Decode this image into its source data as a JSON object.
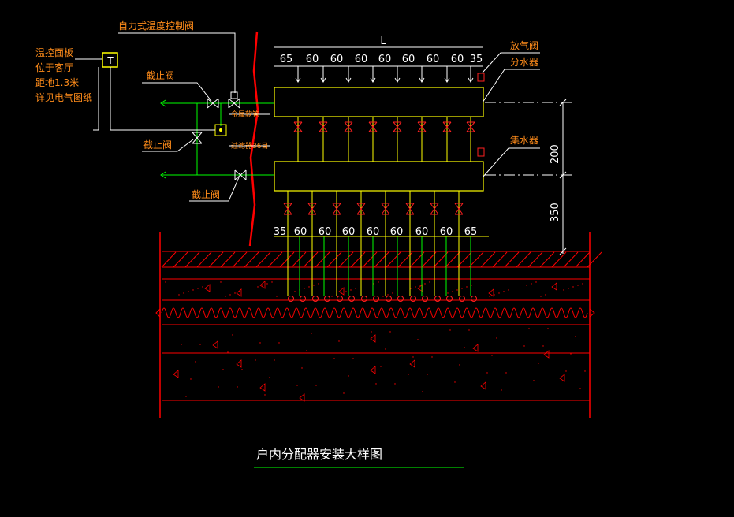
{
  "labels": {
    "thermo_valve": "自力式温度控制阀",
    "panel_line1": "温控面板",
    "panel_line2": "位于客厅",
    "panel_line3": "距地1.3米",
    "panel_line4": "详见电气图纸",
    "stop_valve_1": "截止阀",
    "stop_valve_2": "截止阀",
    "stop_valve_3": "截止阀",
    "metal_hose": "金属软管",
    "filter": "过滤器36目",
    "air_vent": "放气阀",
    "supply_manifold": "分水器",
    "return_manifold": "集水器",
    "thermostat_symbol": "T"
  },
  "dimensions": {
    "overall": "L",
    "top_spacing": [
      "65",
      "60",
      "60",
      "60",
      "60",
      "60",
      "60",
      "60",
      "35"
    ],
    "bottom_spacing": [
      "35",
      "60",
      "60",
      "60",
      "60",
      "60",
      "60",
      "60",
      "65"
    ],
    "vertical_upper": "200",
    "vertical_lower": "350"
  },
  "title": "户内分配器安装大样图",
  "colors": {
    "background": "#000000",
    "annotation": "#ff8c1a",
    "pipe": "#ffff00",
    "valve": "#ff2020",
    "green": "#00ff00",
    "dimension": "#ffffff",
    "floor": "#ff0000"
  }
}
